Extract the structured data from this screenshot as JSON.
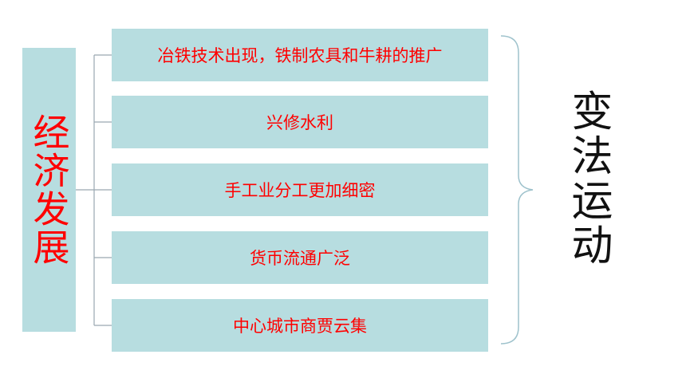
{
  "left_label": "经济发展",
  "items": [
    "冶铁技术出现，铁制农具和牛耕的推广",
    "兴修水利",
    "手工业分工更加细密",
    "货币流通广泛",
    "中心城市商贾云集"
  ],
  "right_label": "变法运动",
  "colors": {
    "box_fill": "#b7dde0",
    "text_red": "#ff0000",
    "connector_gray": "#9aa7b0",
    "brace_blue": "#9ec2cc"
  }
}
